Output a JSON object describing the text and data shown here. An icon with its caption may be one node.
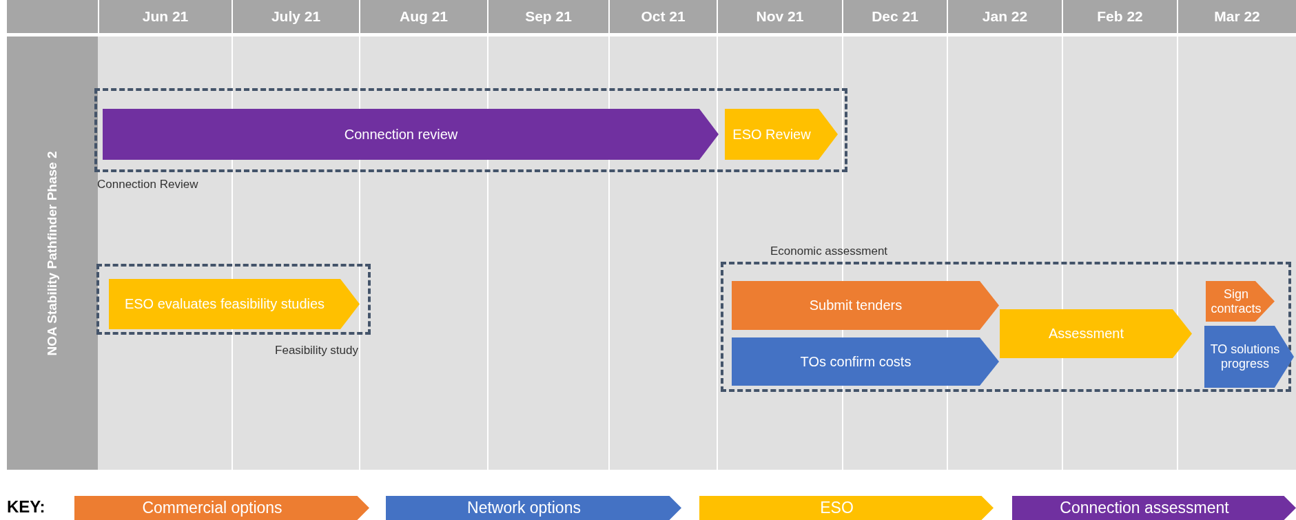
{
  "diagram": {
    "nodes": [
      {
        "text": [
          "NOA Stability Pathfinder Phase 2"
        ]
      },
      {
        "text": [
          "Connection Review"
        ]
      },
      {
        "text": [
          "Connection review"
        ],
        "in": 1
      },
      {
        "text": [
          "ESO Review"
        ],
        "in": 1
      },
      {
        "text": [
          "Feasibility study"
        ]
      },
      {
        "text": [
          "ESO evaluates feasibility studies"
        ],
        "in": 4
      },
      {
        "text": [
          "Economic assessment"
        ]
      },
      {
        "text": [
          "Submit tenders"
        ],
        "in": 6
      },
      {
        "text": [
          "TOs confirm costs"
        ],
        "in": 6
      },
      {
        "text": [
          "Assessment"
        ],
        "in": 6
      },
      {
        "text": [
          "Sign contracts"
        ],
        "in": 6
      },
      {
        "text": [
          "TO solutions progress"
        ],
        "in": 6
      }
    ],
    "labels": [
      "Jun 21",
      "July 21",
      "Aug 21",
      "Sep 21",
      "Oct 21",
      "Nov 21",
      "Dec 21",
      "Jan 22",
      "Feb 22",
      "Mar 22",
      "KEY:"
    ],
    "legend": [
      {
        "text": "Commercial options",
        "color": "#ed7d31"
      },
      {
        "text": "Network options",
        "color": "#4472c4"
      },
      {
        "text": "ESO",
        "color": "#ffc000"
      },
      {
        "text": "Connection assessment",
        "color": "#7030a0"
      }
    ]
  }
}
